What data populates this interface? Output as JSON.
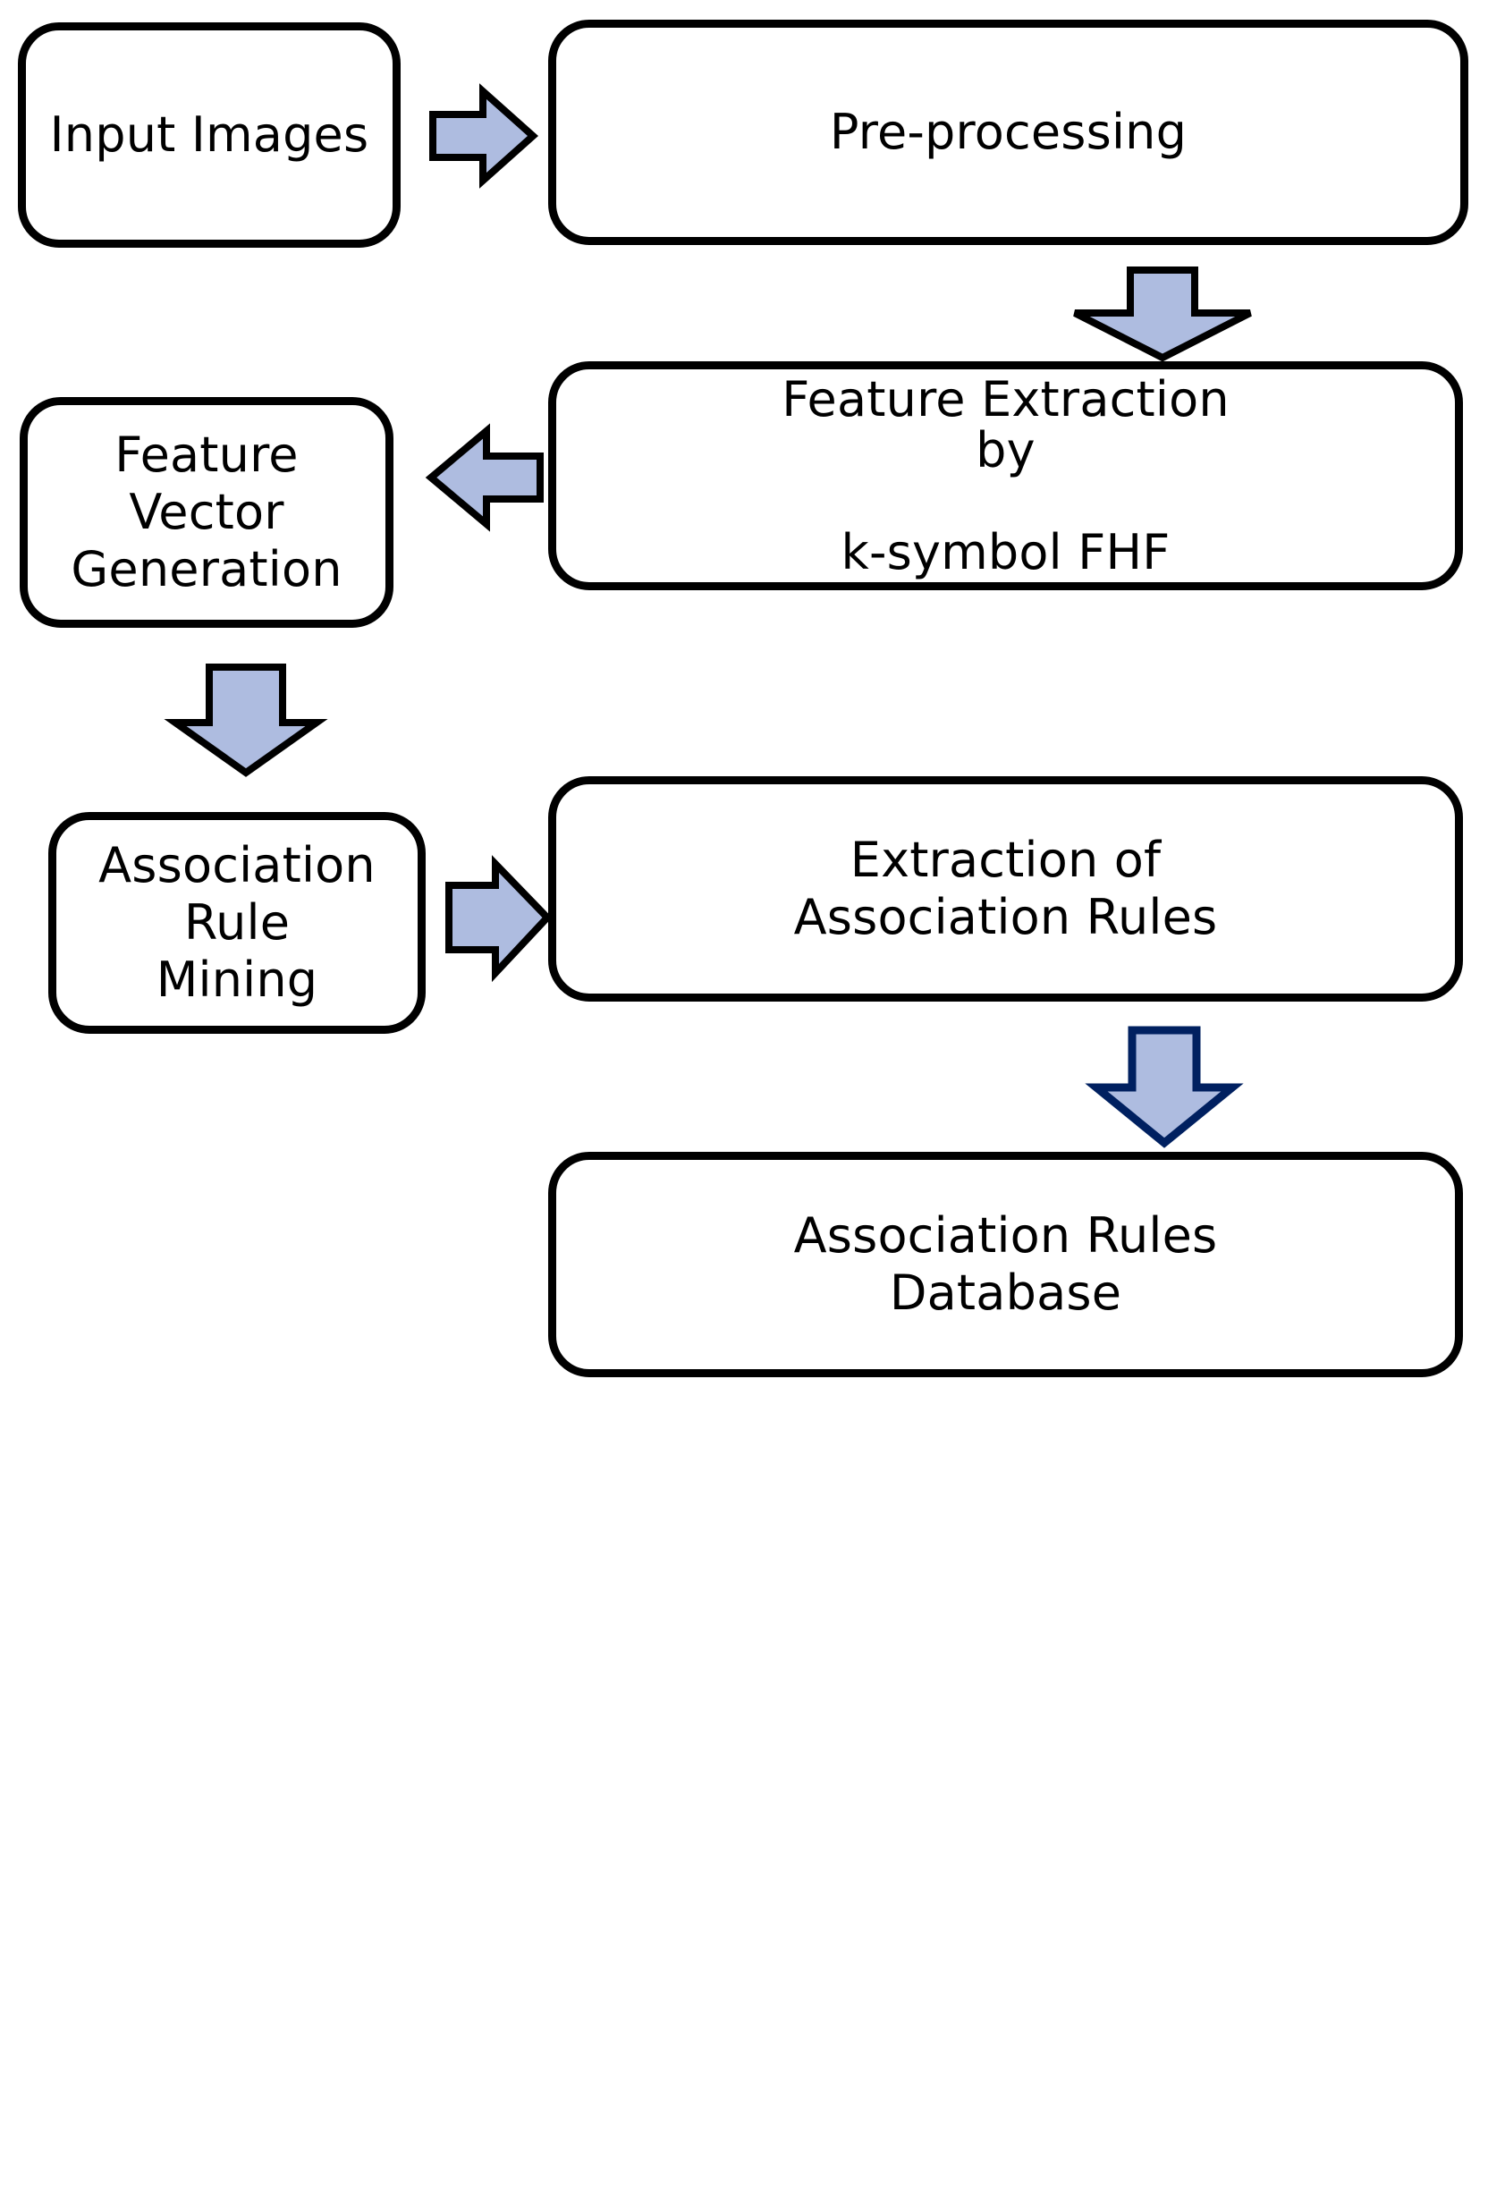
{
  "diagram": {
    "title": "Association Rule Mining Pipeline Flowchart",
    "type": "flowchart",
    "palette": {
      "box_fill": "#FFFFFF",
      "box_stroke": "#000000",
      "arrow_fill": "#AEBCE0",
      "arrow_stroke": "#000000",
      "arrow_stroke_navy": "#002060",
      "text": "#000000",
      "background": "#FFFFFF"
    },
    "nodes": [
      {
        "id": "input-images",
        "label": "Input Images"
      },
      {
        "id": "pre-processing",
        "label": "Pre-processing"
      },
      {
        "id": "feature-extraction",
        "label": "Feature Extraction\nby\n\nk-symbol FHF"
      },
      {
        "id": "feature-vector",
        "label": "Feature Vector\nGeneration"
      },
      {
        "id": "association-rule-mining",
        "label": "Association Rule\nMining"
      },
      {
        "id": "extraction-rules",
        "label": "Extraction of\nAssociation Rules"
      },
      {
        "id": "rules-database",
        "label": "Association Rules\nDatabase"
      }
    ],
    "edges": [
      {
        "id": "e1",
        "from": "input-images",
        "to": "pre-processing",
        "direction": "right",
        "stroke": "#000000"
      },
      {
        "id": "e2",
        "from": "pre-processing",
        "to": "feature-extraction",
        "direction": "down",
        "stroke": "#000000"
      },
      {
        "id": "e3",
        "from": "feature-extraction",
        "to": "feature-vector",
        "direction": "left",
        "stroke": "#000000"
      },
      {
        "id": "e4",
        "from": "feature-vector",
        "to": "association-rule-mining",
        "direction": "down",
        "stroke": "#000000"
      },
      {
        "id": "e5",
        "from": "association-rule-mining",
        "to": "extraction-rules",
        "direction": "right",
        "stroke": "#000000"
      },
      {
        "id": "e6",
        "from": "extraction-rules",
        "to": "rules-database",
        "direction": "down",
        "stroke": "#002060"
      }
    ]
  }
}
